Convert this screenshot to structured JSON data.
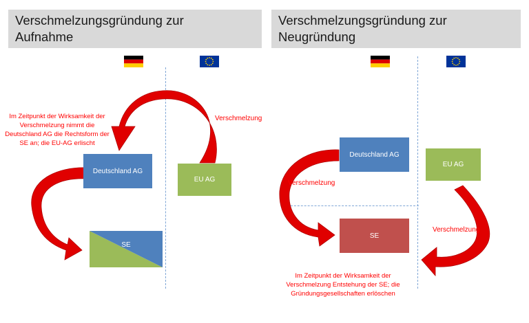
{
  "left_panel": {
    "title": "Verschmelzungsgründung zur\nAufnahme",
    "note": "Im Zeitpunkt der Wirksamkeit der Verschmelzung nimmt die Deutschland AG die Rechtsform der SE an; die EU-AG erlischt",
    "merge_label": "Verschmelzung",
    "box_de": "Deutschland AG",
    "box_eu": "EU AG",
    "box_se": "SE"
  },
  "right_panel": {
    "title": "Verschmelzungsgründung zur\nNeugründung",
    "merge_label_left": "Verschmelzung",
    "merge_label_right": "Verschmelzung",
    "box_de": "Deutschland AG",
    "box_eu": "EU AG",
    "box_se": "SE",
    "note": "Im Zeitpunkt der Wirksamkeit der Verschmelzung Entstehung der SE; die Gründungsgesellschaften erlöschen"
  },
  "colors": {
    "blue": "#4f81bd",
    "green": "#9bbb59",
    "red_box": "#c0504d",
    "arrow": "#e00000",
    "text_red": "#ff0000",
    "header_bg": "#d9d9d9"
  },
  "icons": [
    "german-flag-icon",
    "eu-flag-icon"
  ]
}
